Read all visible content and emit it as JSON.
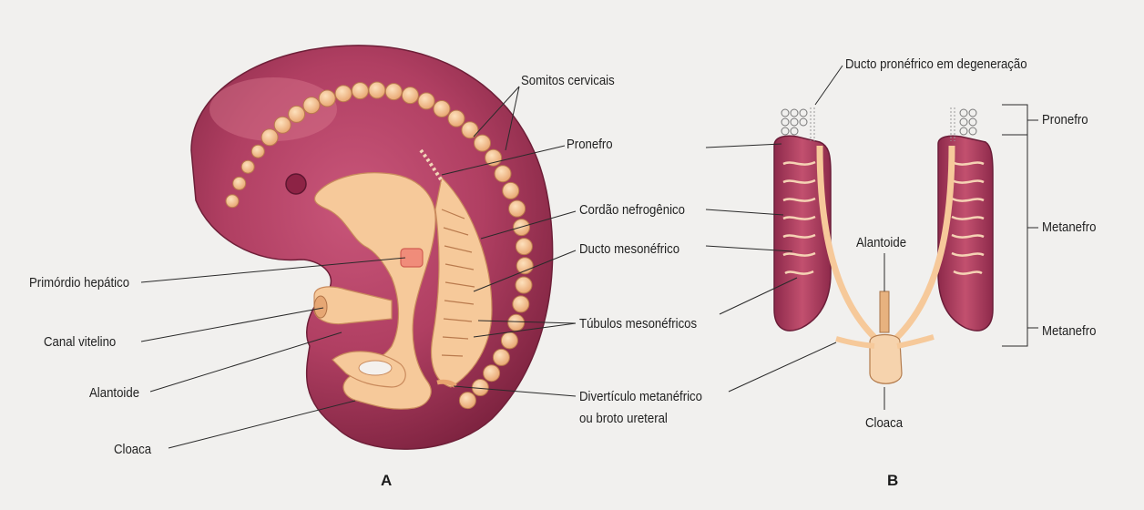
{
  "colors": {
    "background": "#f1f0ee",
    "embryo_body": "#a83457",
    "embryo_dark": "#7e2340",
    "somite": "#f4c08c",
    "gut": "#f6c99a",
    "label_line": "#2a2a2a"
  },
  "figure_a": {
    "panel_label": "A",
    "labels": {
      "somitos_cervicais": "Somitos cervicais",
      "pronefro": "Pronefro",
      "cordao_nefrogenico": "Cordão nefrogênico",
      "ducto_mesonefrico": "Ducto mesonéfrico",
      "tubulos_mesonefricos": "Túbulos mesonéfricos",
      "diverticulo_line1": "Divertículo metanéfrico",
      "diverticulo_line2": "ou broto ureteral",
      "primordio_hepatico": "Primórdio hepático",
      "canal_vitelino": "Canal vitelino",
      "alantoide": "Alantoide",
      "cloaca": "Cloaca"
    }
  },
  "figure_b": {
    "panel_label": "B",
    "labels": {
      "ducto_pronefrico": "Ducto pronéfrico em degeneração",
      "pronefro": "Pronefro",
      "metanefro_upper": "Metanefro",
      "metanefro_lower": "Metanefro",
      "alantoide": "Alantoide",
      "cloaca": "Cloaca"
    }
  }
}
